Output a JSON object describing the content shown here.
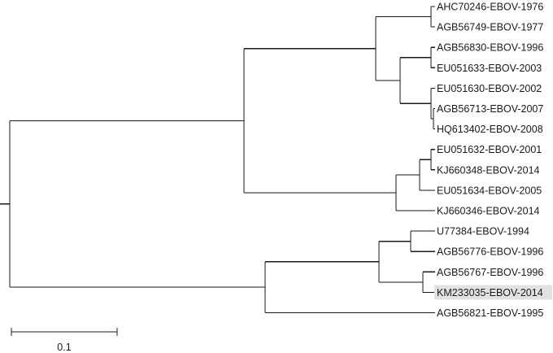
{
  "tree": {
    "leaves": [
      {
        "id": "AHC70246-EBOV-1976",
        "label": "AHC70246-EBOV-1976",
        "highlighted": false
      },
      {
        "id": "AGB56749-EBOV-1977",
        "label": "AGB56749-EBOV-1977",
        "highlighted": false
      },
      {
        "id": "AGB56830-EBOV-1996",
        "label": "AGB56830-EBOV-1996",
        "highlighted": false
      },
      {
        "id": "EU051633-EBOV-2003",
        "label": "EU051633-EBOV-2003",
        "highlighted": false
      },
      {
        "id": "EU051630-EBOV-2002",
        "label": "EU051630-EBOV-2002",
        "highlighted": false
      },
      {
        "id": "AGB56713-EBOV-2007",
        "label": "AGB56713-EBOV-2007",
        "highlighted": false
      },
      {
        "id": "HQ613402-EBOV-2008",
        "label": "HQ613402-EBOV-2008",
        "highlighted": false
      },
      {
        "id": "EU051632-EBOV-2001",
        "label": "EU051632-EBOV-2001",
        "highlighted": false
      },
      {
        "id": "KJ660348-EBOV-2014",
        "label": "KJ660348-EBOV-2014",
        "highlighted": false
      },
      {
        "id": "EU051634-EBOV-2005",
        "label": "EU051634-EBOV-2005",
        "highlighted": false
      },
      {
        "id": "KJ660346-EBOV-2014",
        "label": "KJ660346-EBOV-2014",
        "highlighted": false
      },
      {
        "id": "U77384-EBOV-1994",
        "label": "U77384-EBOV-1994",
        "highlighted": false
      },
      {
        "id": "AGB56776-EBOV-1996",
        "label": "AGB56776-EBOV-1996",
        "highlighted": false
      },
      {
        "id": "AGB56767-EBOV-1996",
        "label": "AGB56767-EBOV-1996",
        "highlighted": false
      },
      {
        "id": "KM233035-EBOV-2014",
        "label": "KM233035-EBOV-2014",
        "highlighted": true
      },
      {
        "id": "AGB56821-EBOV-1995",
        "label": "AGB56821-EBOV-1995",
        "highlighted": false
      }
    ],
    "scale_bar": {
      "label": "0.1"
    }
  }
}
